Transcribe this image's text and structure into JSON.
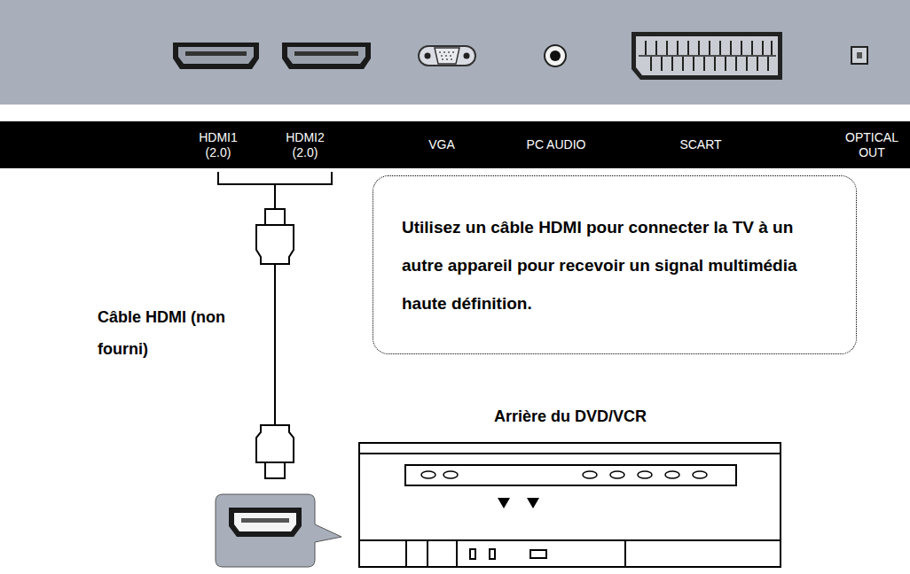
{
  "diagram": {
    "nodes": [
      {
        "text": [
          "HDMI1 (2.0)",
          "HDMI2 (2.0)",
          "VGA",
          "PC AUDIO",
          "SCART",
          "OPTICAL OUT"
        ]
      },
      {
        "text": [
          "Utilisez un câble HDMI pour connecter la TV à un autre appareil pour recevoir un signal multimédia haute définition."
        ]
      }
    ],
    "labels": [
      "Câble HDMI (non fourni)",
      "Arrière du DVD/VCR"
    ]
  }
}
